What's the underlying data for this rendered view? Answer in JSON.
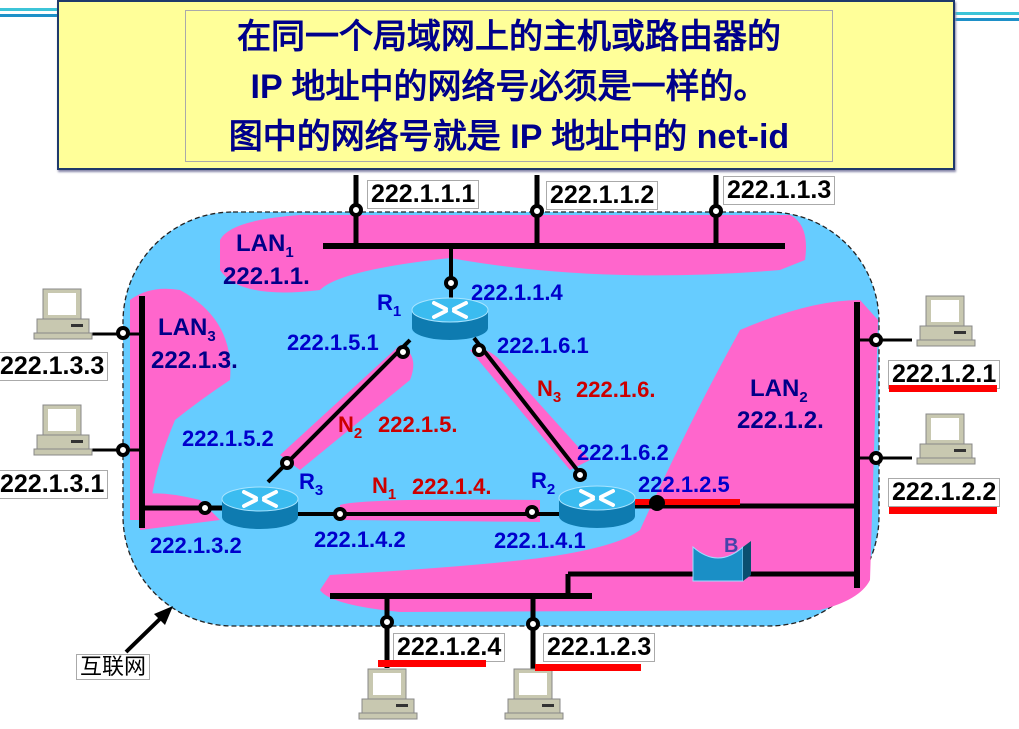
{
  "callout": {
    "lines": [
      "在同一个局域网上的主机或路由器的",
      "IP 地址中的网络号必须是一样的。",
      "图中的网络号就是 IP 地址中的 net-id"
    ]
  },
  "cloud_label": "互联网",
  "networks": {
    "lan1": {
      "name": "LAN",
      "sub": "1",
      "prefix": "222.1.1."
    },
    "lan2": {
      "name": "LAN",
      "sub": "2",
      "prefix": "222.1.2."
    },
    "lan3": {
      "name": "LAN",
      "sub": "3",
      "prefix": "222.1.3."
    },
    "n1": {
      "name": "N",
      "sub": "1",
      "prefix": "222.1.4."
    },
    "n2": {
      "name": "N",
      "sub": "2",
      "prefix": "222.1.5."
    },
    "n3": {
      "name": "N",
      "sub": "3",
      "prefix": "222.1.6."
    }
  },
  "routers": {
    "r1": {
      "name": "R",
      "sub": "1",
      "ifaces": [
        "222.1.1.4",
        "222.1.5.1",
        "222.1.6.1"
      ]
    },
    "r2": {
      "name": "R",
      "sub": "2",
      "ifaces": [
        "222.1.6.2",
        "222.1.2.5",
        "222.1.4.1"
      ]
    },
    "r3": {
      "name": "R",
      "sub": "3",
      "ifaces": [
        "222.1.5.2",
        "222.1.3.2",
        "222.1.4.2"
      ]
    }
  },
  "bridge": {
    "label": "B"
  },
  "hosts": {
    "lan1": [
      "222.1.1.1",
      "222.1.1.2",
      "222.1.1.3"
    ],
    "lan2": [
      "222.1.2.1",
      "222.1.2.2",
      "222.1.2.3",
      "222.1.2.4"
    ],
    "lan3": [
      "222.1.3.3",
      "222.1.3.1"
    ]
  },
  "colors": {
    "cloud": "#66ccff",
    "network_highlight": "#ff66cc",
    "callout_bg": "#ffff99",
    "callout_text": "#00008b",
    "address_blue": "#0000cc",
    "network_red": "#cc0000",
    "underline_red": "#ff0000",
    "router": "#1a9fd6",
    "bridge": "#1a8fc6",
    "computer": "#c8c8b0"
  }
}
